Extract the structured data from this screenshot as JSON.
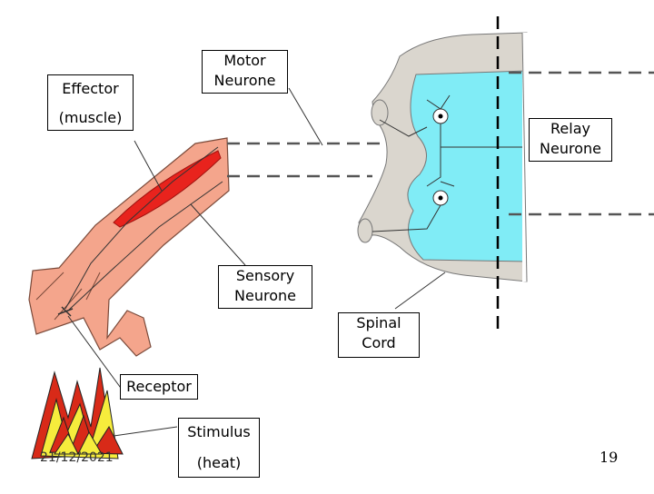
{
  "labels": {
    "effector": {
      "line1": "Effector",
      "line2": "(muscle)"
    },
    "motor_neurone": {
      "line1": "Motor",
      "line2": "Neurone"
    },
    "relay_neurone": {
      "line1": "Relay",
      "line2": "Neurone"
    },
    "sensory_neurone": {
      "line1": "Sensory",
      "line2": "Neurone"
    },
    "spinal_cord": {
      "line1": "Spinal",
      "line2": "Cord"
    },
    "receptor": "Receptor",
    "stimulus": {
      "line1": "Stimulus",
      "line2": "(heat)"
    }
  },
  "footer": {
    "date": "21/12/2021",
    "page_number": "19"
  },
  "colors": {
    "skin": "#f4a58c",
    "muscle": "#e8231d",
    "grey_matter": "#80ecf6",
    "white_matter": "#dad6ce",
    "flame_red": "#d82a18",
    "flame_yellow": "#f6ec3c"
  }
}
